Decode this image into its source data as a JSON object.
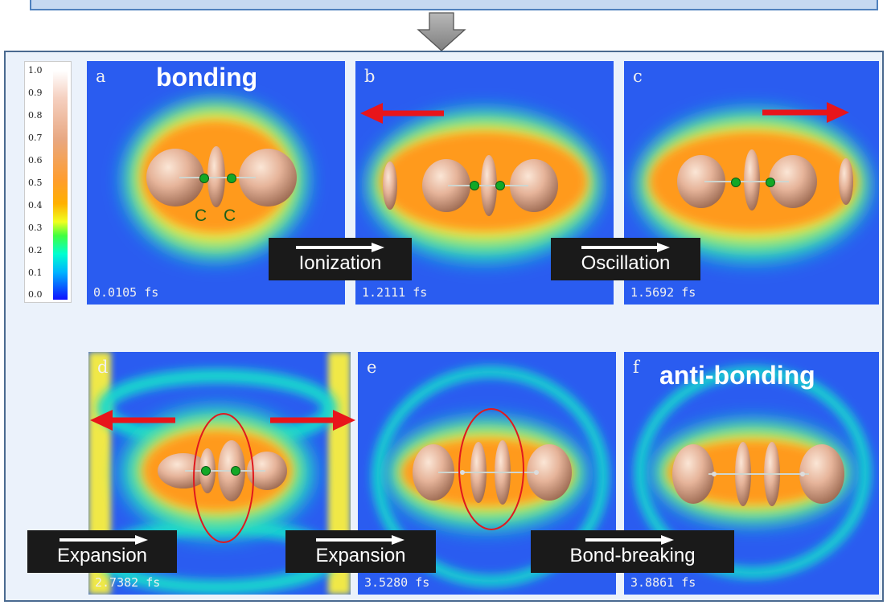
{
  "colorbar": {
    "ticks": [
      "1.0",
      "0.9",
      "0.8",
      "0.7",
      "0.6",
      "0.5",
      "0.4",
      "0.3",
      "0.2",
      "0.1",
      "0.0"
    ]
  },
  "panels": [
    {
      "label": "a",
      "time": "0.0105 fs",
      "title": "bonding",
      "atoms": [
        "C",
        "C"
      ]
    },
    {
      "label": "b",
      "time": "1.2111 fs"
    },
    {
      "label": "c",
      "time": "1.5692 fs"
    },
    {
      "label": "d",
      "time": "2.7382 fs"
    },
    {
      "label": "e",
      "time": "3.5280 fs"
    },
    {
      "label": "f",
      "time": "3.8861 fs",
      "title": "anti-bonding"
    }
  ],
  "processes": [
    "Ionization",
    "Oscillation",
    "Expansion",
    "Expansion",
    "Bond-breaking"
  ],
  "colors": {
    "arrow_red": "#e8151b",
    "ellipse_red": "#e0191e",
    "field_blue": "#2a5cf0",
    "box_dark": "#1a1a1a",
    "frame_blue": "#4a6a90",
    "frame_fill": "#ebf2fb"
  }
}
